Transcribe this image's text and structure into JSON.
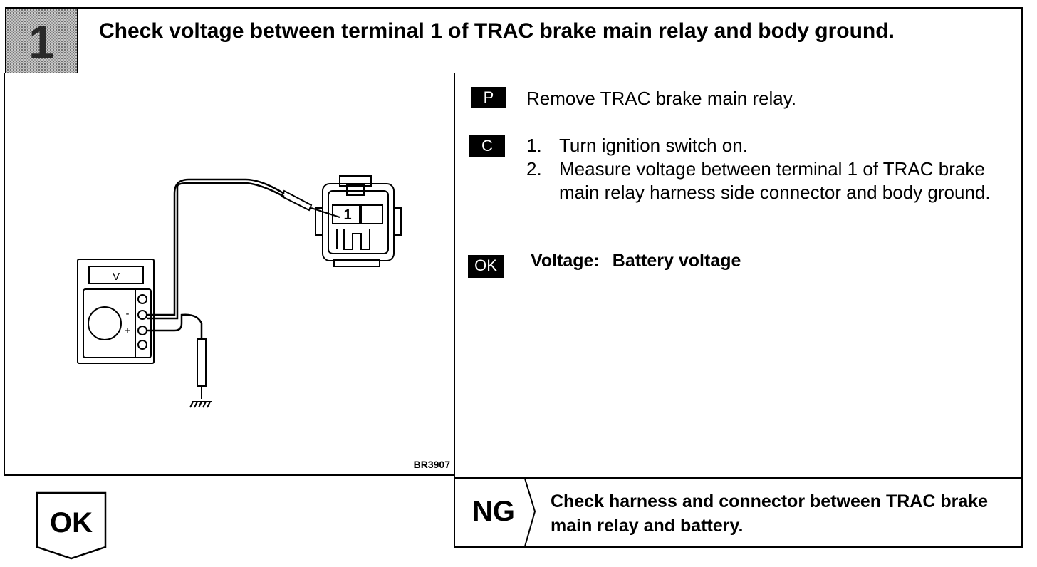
{
  "step": {
    "number": "1",
    "title": "Check voltage between terminal 1 of TRAC brake main relay and body ground."
  },
  "diagram": {
    "figure_id": "BR3907",
    "meter_unit": "V",
    "minus": "-",
    "plus": "+",
    "terminal_label": "1"
  },
  "instructions": {
    "prepare": {
      "tag": "P",
      "text": "Remove TRAC brake main relay."
    },
    "check": {
      "tag": "C",
      "steps": [
        {
          "num": "1.",
          "text": "Turn ignition switch on."
        },
        {
          "num": "2.",
          "text": "Measure voltage between terminal 1 of TRAC brake main relay harness side connector and body ground."
        }
      ]
    },
    "ok": {
      "tag": "OK",
      "label": "Voltage:",
      "value": "Battery voltage"
    }
  },
  "results": {
    "ng": {
      "label": "NG",
      "text": "Check harness and connector between TRAC brake main relay and battery."
    },
    "ok": {
      "label": "OK"
    }
  }
}
